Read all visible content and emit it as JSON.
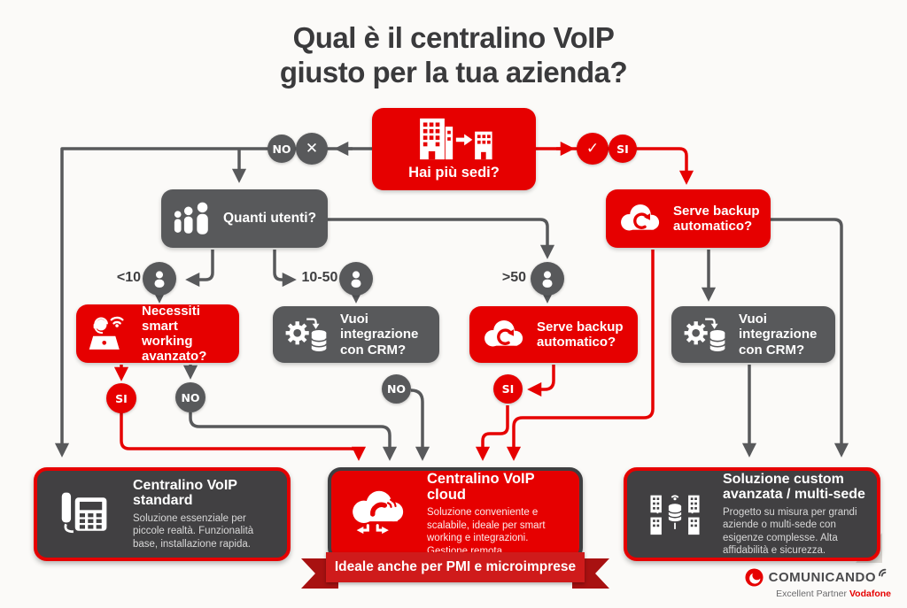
{
  "title": {
    "line1": "Qual è il centralino VoIP",
    "line2": "giusto per la tua azienda?"
  },
  "decisions": {
    "no": "NO",
    "si": "SI"
  },
  "icons": {
    "check": "✓",
    "cross": "✕"
  },
  "nodes": {
    "start": {
      "label": "Hai più sedi?"
    },
    "users": {
      "label": "Quanti utenti?"
    },
    "backup_top": {
      "label": "Serve backup automatico?"
    },
    "smart_working": {
      "label": "Necessiti smart working avanzato?"
    },
    "crm_mid": {
      "label": "Vuoi integrazione con CRM?"
    },
    "backup_mid": {
      "label": "Serve backup automatico?"
    },
    "crm_right": {
      "label": "Vuoi integrazione con CRM?"
    }
  },
  "branches": {
    "lt10": "<10",
    "from10to50": "10-50",
    "gt50": ">50"
  },
  "results": {
    "standard": {
      "title": "Centralino VoIP standard",
      "description": "Soluzione essenziale per piccole realtà. Funzionalità base, installazione rapida."
    },
    "cloud": {
      "title": "Centralino VoIP cloud",
      "description": "Soluzione conveniente e scalabile, ideale per smart working e integrazioni. Gestione remota."
    },
    "custom": {
      "title": "Soluzione custom avanzata / multi-sede",
      "description": "Progetto su misura per grandi aziende o multi-sede con esigenze complesse. Alta affidabilità e sicurezza."
    }
  },
  "ribbon": {
    "text": "Ideale anche per PMI e microimprese"
  },
  "footer": {
    "brand": "COMUNICANDO",
    "tagline_prefix": "Excellent Partner ",
    "tagline_brand": "Vodafone"
  },
  "colors": {
    "red": "#e60000",
    "gray": "#58595b",
    "dark": "#414042",
    "background": "#fbfaf8"
  }
}
